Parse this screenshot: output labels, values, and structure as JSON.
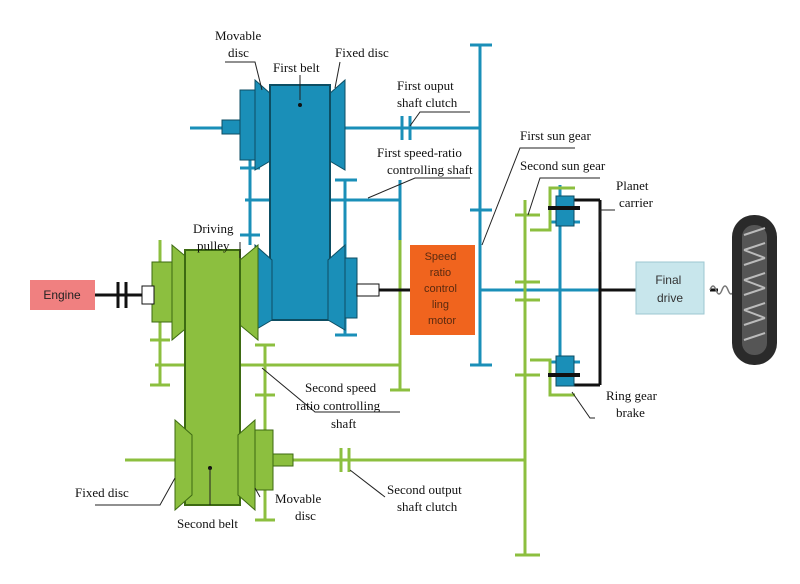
{
  "labels": {
    "movable_disc_top": [
      "Movable",
      "disc"
    ],
    "first_belt": "First belt",
    "fixed_disc_top": "Fixed disc",
    "first_output_clutch": [
      "First ouput",
      "shaft clutch"
    ],
    "first_sun_gear": "First sun gear",
    "first_speed_ratio_shaft": [
      "First speed-ratio",
      "controlling shaft"
    ],
    "second_sun_gear": "Second sun gear",
    "planet_carrier": [
      "Planet",
      "carrier"
    ],
    "driving_pulley": [
      "Driving",
      "pulley"
    ],
    "engine": "Engine",
    "speed_motor": [
      "Speed",
      "ratio",
      "control",
      "ling",
      "motor"
    ],
    "final_drive": [
      "Final",
      "drive"
    ],
    "ring_gear_brake": [
      "Ring gear",
      "brake"
    ],
    "second_speed_ratio_shaft": [
      "Second speed",
      "ratio controlling",
      "shaft"
    ],
    "fixed_disc_bottom": "Fixed disc",
    "movable_disc_bottom": [
      "Movable",
      "disc"
    ],
    "second_output_clutch": [
      "Second output",
      "shaft clutch"
    ],
    "second_belt": "Second belt"
  },
  "colors": {
    "blue": "#1a8fb8",
    "blue_dark": "#1a6f86",
    "green": "#8cbf3f",
    "green_dark": "#5a8a25",
    "engine_box": "#f08080",
    "motor_box": "#f0641e",
    "final_drive_box": "#c8e6ec"
  }
}
